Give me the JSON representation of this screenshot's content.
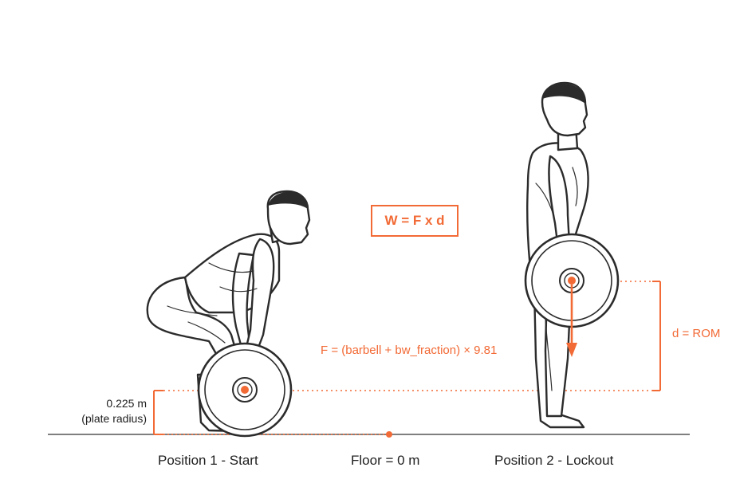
{
  "labels": {
    "position1": "Position 1 - Start",
    "floor": "Floor = 0 m",
    "position2": "Position 2 - Lockout",
    "work_formula": "W = F x d",
    "force_formula": "F = (barbell + bw_fraction) × 9.81",
    "distance": "d = ROM",
    "radius_value": "0.225 m",
    "radius_note": "(plate radius)"
  },
  "colors": {
    "accent": "#f26a35",
    "line": "#2b2b2b"
  }
}
